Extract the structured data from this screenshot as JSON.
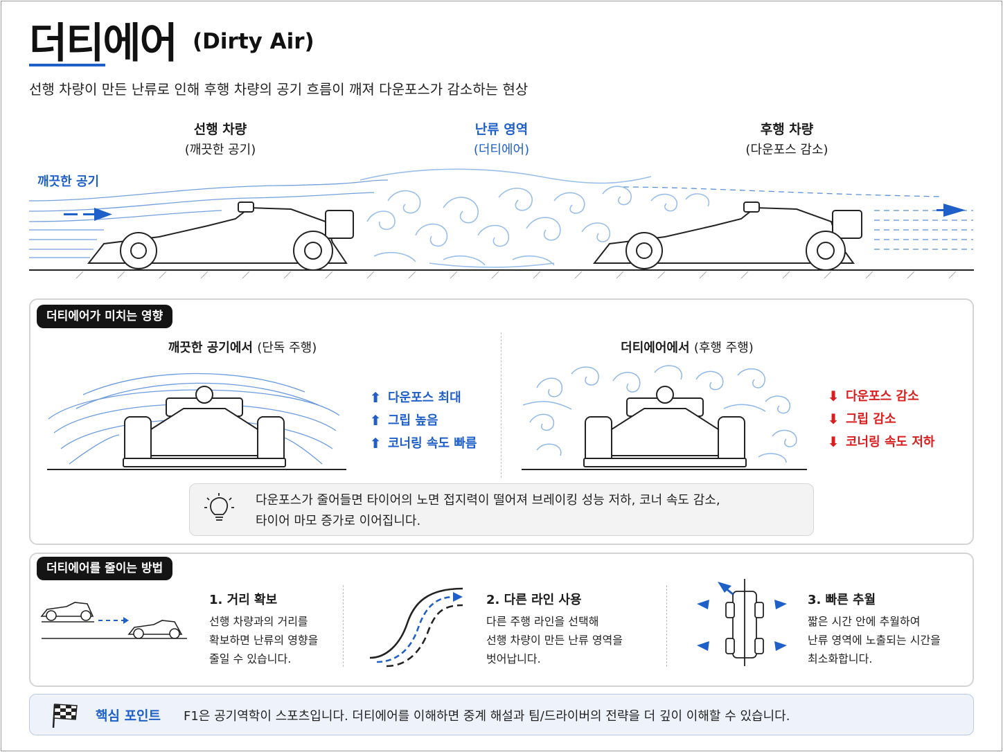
{
  "header": {
    "title": "더티에어",
    "title_en": "(Dirty Air)",
    "subtitle": "선행 차량이 만든 난류로 인해 후행 차량의 공기 흐름이 깨져 다운포스가 감소하는 현상"
  },
  "top_diagram": {
    "lead_car": {
      "title": "선행 차량",
      "sub": "(깨끗한 공기)"
    },
    "turbulence": {
      "title": "난류 영역",
      "sub": "(더티에어)"
    },
    "follow_car": {
      "title": "후행 차량",
      "sub": "(다운포스 감소)"
    },
    "clean_air_label": "깨끗한 공기"
  },
  "effects_panel": {
    "label": "더티에어가 미치는 영향",
    "clean": {
      "title": "깨끗한 공기에서",
      "title_sub": "(단독 주행)",
      "items": [
        "다운포스 최대",
        "그립 높음",
        "코너링 속도 빠름"
      ]
    },
    "dirty": {
      "title": "더티에어에서",
      "title_sub": "(후행 주행)",
      "items": [
        "다운포스 감소",
        "그립 감소",
        "코너링 속도 저하"
      ]
    },
    "note_line1": "다운포스가 줄어들면 타이어의 노면 접지력이 떨어져 브레이킹 성능 저하, 코너 속도 감소,",
    "note_line2": "타이어 마모 증가로 이어집니다."
  },
  "methods_panel": {
    "label": "더티에어를 줄이는 방법",
    "methods": [
      {
        "title": "1. 거리 확보",
        "lines": [
          "선행 차량과의 거리를",
          "확보하면 난류의 영향을",
          "줄일 수 있습니다."
        ]
      },
      {
        "title": "2. 다른 라인 사용",
        "lines": [
          "다른 주행 라인을 선택해",
          "선행 차량이 만든 난류 영역을",
          "벗어납니다."
        ]
      },
      {
        "title": "3. 빠른 추월",
        "lines": [
          "짧은 시간 안에 추월하여",
          "난류 영역에 노출되는 시간을",
          "최소화합니다."
        ]
      }
    ]
  },
  "key_point": {
    "label": "핵심 포인트",
    "text": "F1은 공기역학이 스포츠입니다. 더티에어를 이해하면 중계 해설과 팀/드라이버의 전략을 더 깊이 이해할 수 있습니다."
  },
  "colors": {
    "accent": "#1f5fc8",
    "negative": "#d81e1e",
    "turbulence": "#9ec3ec"
  },
  "icons": [
    "arrow-right-icon",
    "arrow-up-icon",
    "arrow-down-icon",
    "lightbulb-icon",
    "checkered-flag-icon"
  ]
}
